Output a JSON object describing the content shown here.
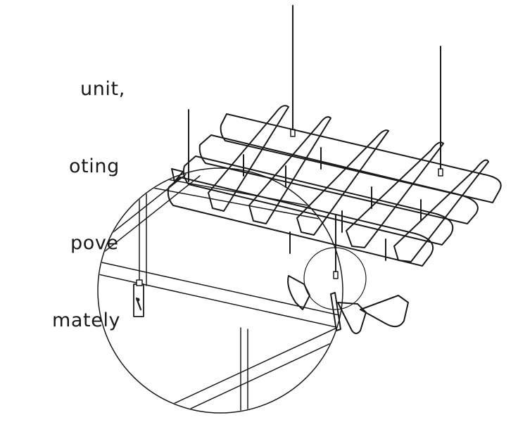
{
  "instructions": {
    "lines": [
      "unit,",
      "oting",
      "pove",
      "mately"
    ]
  },
  "colors": {
    "line": "#1a1a1a",
    "background": "#ffffff"
  },
  "icons": {
    "bracket": "hanger-bracket-icon"
  }
}
